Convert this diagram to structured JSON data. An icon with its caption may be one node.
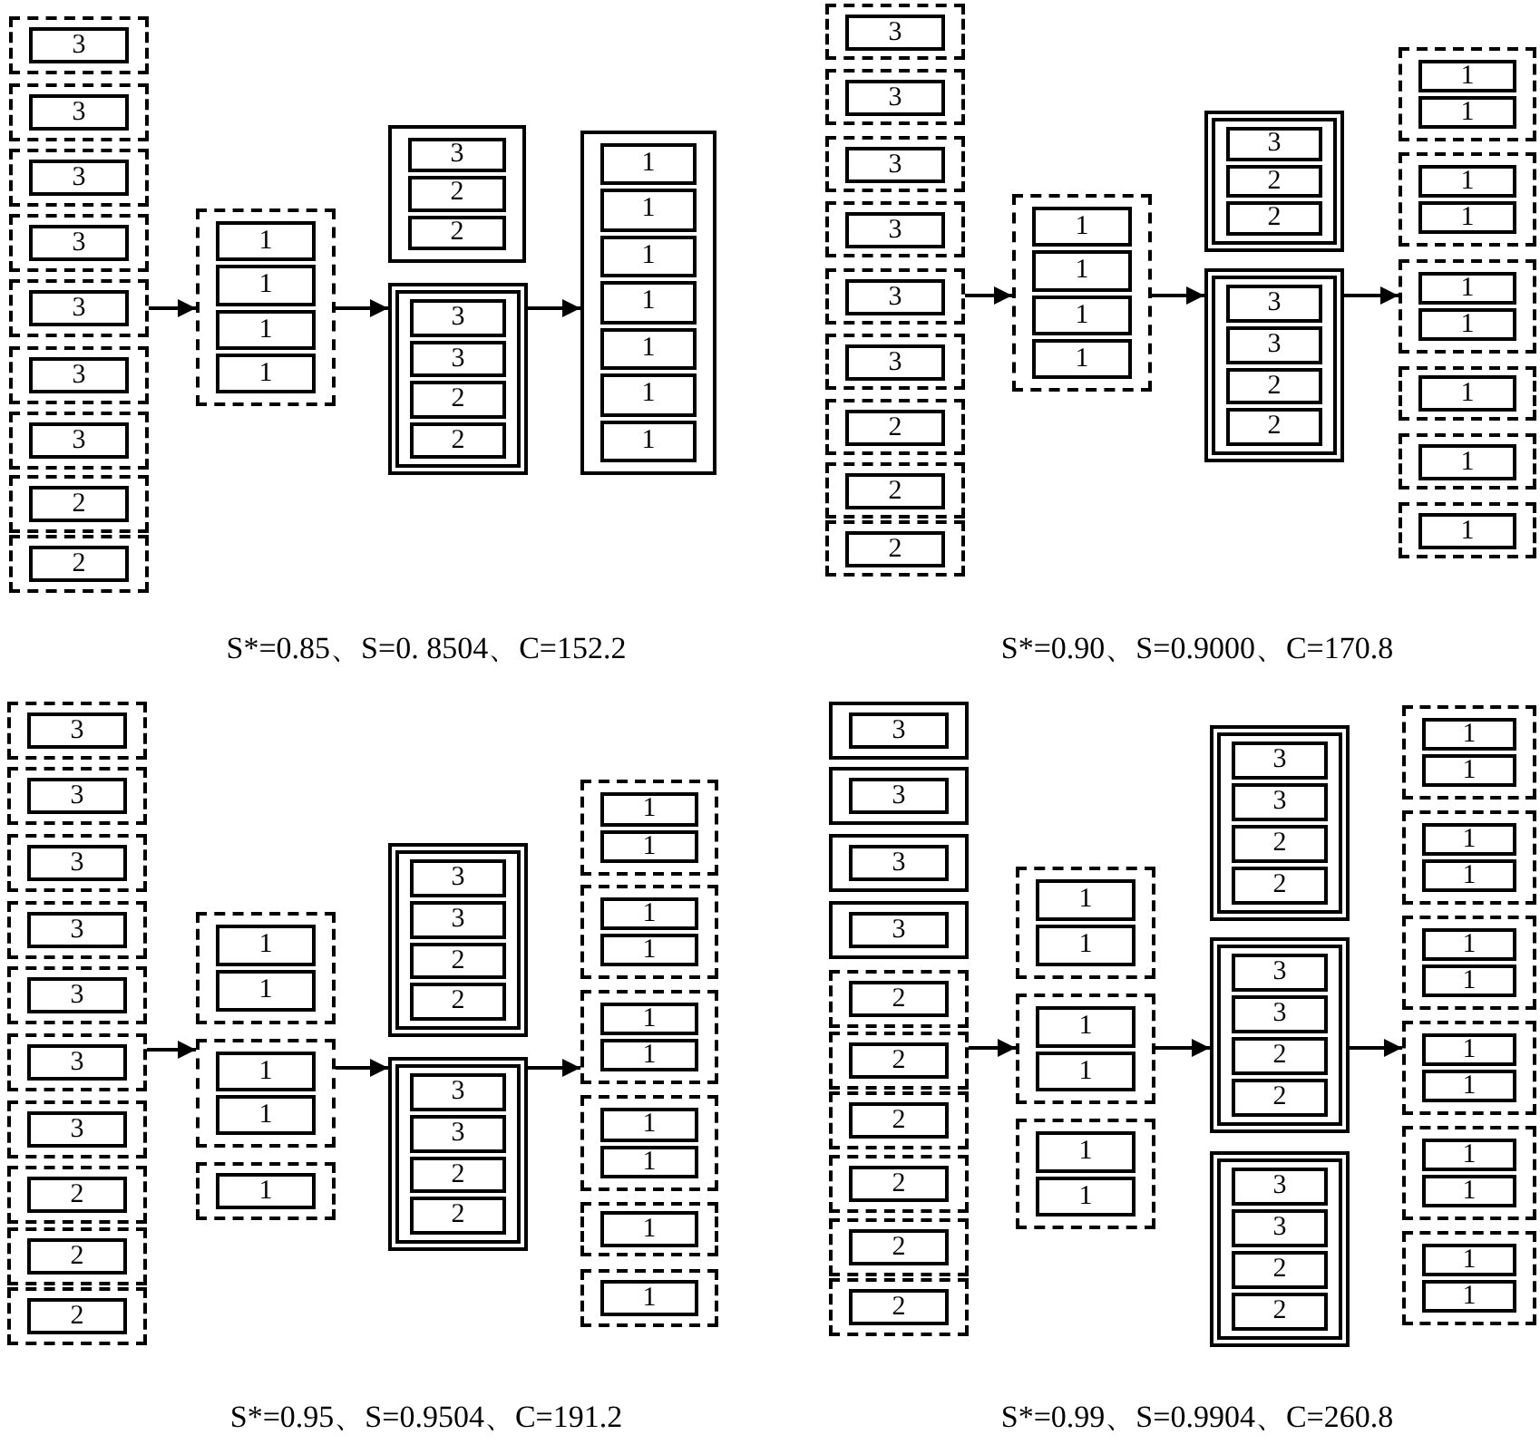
{
  "diagram": {
    "nodes": [
      {
        "text": [],
        "shape": "box"
      },
      {
        "text": [
          "3"
        ],
        "in": 0
      },
      {
        "text": [],
        "shape": "box"
      },
      {
        "text": [
          "3"
        ],
        "in": 2
      },
      {
        "text": [],
        "shape": "box"
      },
      {
        "text": [
          "3"
        ],
        "in": 4
      },
      {
        "text": [],
        "shape": "box"
      },
      {
        "text": [
          "3"
        ],
        "in": 6
      },
      {
        "text": [],
        "shape": "box"
      },
      {
        "text": [
          "3"
        ],
        "in": 8
      },
      {
        "text": [],
        "shape": "box"
      },
      {
        "text": [
          "3"
        ],
        "in": 10
      },
      {
        "text": [],
        "shape": "box"
      },
      {
        "text": [
          "3"
        ],
        "in": 12
      },
      {
        "text": [],
        "shape": "box"
      },
      {
        "text": [
          "2"
        ],
        "in": 14
      },
      {
        "text": [],
        "shape": "box"
      },
      {
        "text": [
          "2"
        ],
        "in": 16
      },
      {
        "text": [],
        "shape": "box"
      },
      {
        "text": [
          "1"
        ],
        "in": 18
      },
      {
        "text": [
          "1"
        ],
        "in": 18
      },
      {
        "text": [
          "1"
        ],
        "in": 18
      },
      {
        "text": [
          "1"
        ],
        "in": 18
      },
      {
        "text": [],
        "shape": "box"
      },
      {
        "text": [
          "3"
        ],
        "in": 23
      },
      {
        "text": [
          "2"
        ],
        "in": 23
      },
      {
        "text": [
          "2"
        ],
        "in": 23
      },
      {
        "text": [],
        "shape": "box"
      },
      {
        "text": [
          "3"
        ],
        "in": 27
      },
      {
        "text": [
          "3"
        ],
        "in": 27
      },
      {
        "text": [
          "2"
        ],
        "in": 27
      },
      {
        "text": [
          "2"
        ],
        "in": 27
      },
      {
        "text": [],
        "shape": "box"
      },
      {
        "text": [
          "1"
        ],
        "in": 32
      },
      {
        "text": [
          "1"
        ],
        "in": 32
      },
      {
        "text": [
          "1"
        ],
        "in": 32
      },
      {
        "text": [
          "1"
        ],
        "in": 32
      },
      {
        "text": [
          "1"
        ],
        "in": 32
      },
      {
        "text": [
          "1"
        ],
        "in": 32
      },
      {
        "text": [
          "1"
        ],
        "in": 32
      },
      {
        "text": [],
        "shape": "box"
      },
      {
        "text": [
          "3"
        ],
        "in": 40
      },
      {
        "text": [],
        "shape": "box"
      },
      {
        "text": [
          "3"
        ],
        "in": 42
      },
      {
        "text": [],
        "shape": "box"
      },
      {
        "text": [
          "3"
        ],
        "in": 44
      },
      {
        "text": [],
        "shape": "box"
      },
      {
        "text": [
          "3"
        ],
        "in": 46
      },
      {
        "text": [],
        "shape": "box"
      },
      {
        "text": [
          "3"
        ],
        "in": 48
      },
      {
        "text": [],
        "shape": "box"
      },
      {
        "text": [
          "3"
        ],
        "in": 50
      },
      {
        "text": [],
        "shape": "box"
      },
      {
        "text": [
          "2"
        ],
        "in": 52
      },
      {
        "text": [],
        "shape": "box"
      },
      {
        "text": [
          "2"
        ],
        "in": 54
      },
      {
        "text": [],
        "shape": "box"
      },
      {
        "text": [
          "2"
        ],
        "in": 56
      },
      {
        "text": [],
        "shape": "box"
      },
      {
        "text": [
          "1"
        ],
        "in": 58
      },
      {
        "text": [
          "1"
        ],
        "in": 58
      },
      {
        "text": [
          "1"
        ],
        "in": 58
      },
      {
        "text": [
          "1"
        ],
        "in": 58
      },
      {
        "text": [],
        "shape": "box"
      },
      {
        "text": [
          "3"
        ],
        "in": 63
      },
      {
        "text": [
          "2"
        ],
        "in": 63
      },
      {
        "text": [
          "2"
        ],
        "in": 63
      },
      {
        "text": [],
        "shape": "box"
      },
      {
        "text": [
          "3"
        ],
        "in": 67
      },
      {
        "text": [
          "3"
        ],
        "in": 67
      },
      {
        "text": [
          "2"
        ],
        "in": 67
      },
      {
        "text": [
          "2"
        ],
        "in": 67
      },
      {
        "text": [],
        "shape": "box"
      },
      {
        "text": [
          "1"
        ],
        "in": 72
      },
      {
        "text": [
          "1"
        ],
        "in": 72
      },
      {
        "text": [],
        "shape": "box"
      },
      {
        "text": [
          "1"
        ],
        "in": 75
      },
      {
        "text": [
          "1"
        ],
        "in": 75
      },
      {
        "text": [],
        "shape": "box"
      },
      {
        "text": [
          "1"
        ],
        "in": 78
      },
      {
        "text": [
          "1"
        ],
        "in": 78
      },
      {
        "text": [],
        "shape": "box"
      },
      {
        "text": [
          "1"
        ],
        "in": 81
      },
      {
        "text": [],
        "shape": "box"
      },
      {
        "text": [
          "1"
        ],
        "in": 83
      },
      {
        "text": [],
        "shape": "box"
      },
      {
        "text": [
          "1"
        ],
        "in": 85
      },
      {
        "text": [],
        "shape": "box"
      },
      {
        "text": [
          "3"
        ],
        "in": 87
      },
      {
        "text": [],
        "shape": "box"
      },
      {
        "text": [
          "3"
        ],
        "in": 89
      },
      {
        "text": [],
        "shape": "box"
      },
      {
        "text": [
          "3"
        ],
        "in": 91
      },
      {
        "text": [],
        "shape": "box"
      },
      {
        "text": [
          "3"
        ],
        "in": 93
      },
      {
        "text": [],
        "shape": "box"
      },
      {
        "text": [
          "3"
        ],
        "in": 95
      },
      {
        "text": [],
        "shape": "box"
      },
      {
        "text": [
          "3"
        ],
        "in": 97
      },
      {
        "text": [],
        "shape": "box"
      },
      {
        "text": [
          "3"
        ],
        "in": 99
      },
      {
        "text": [],
        "shape": "box"
      },
      {
        "text": [
          "2"
        ],
        "in": 101
      },
      {
        "text": [],
        "shape": "box"
      },
      {
        "text": [
          "2"
        ],
        "in": 103
      },
      {
        "text": [],
        "shape": "box"
      },
      {
        "text": [
          "2"
        ],
        "in": 105
      },
      {
        "text": [],
        "shape": "box"
      },
      {
        "text": [
          "1"
        ],
        "in": 107
      },
      {
        "text": [
          "1"
        ],
        "in": 107
      },
      {
        "text": [],
        "shape": "box"
      },
      {
        "text": [
          "1"
        ],
        "in": 110
      },
      {
        "text": [
          "1"
        ],
        "in": 110
      },
      {
        "text": [],
        "shape": "box"
      },
      {
        "text": [
          "1"
        ],
        "in": 113
      },
      {
        "text": [],
        "shape": "box"
      },
      {
        "text": [
          "3"
        ],
        "in": 115
      },
      {
        "text": [
          "3"
        ],
        "in": 115
      },
      {
        "text": [
          "2"
        ],
        "in": 115
      },
      {
        "text": [
          "2"
        ],
        "in": 115
      },
      {
        "text": [],
        "shape": "box"
      },
      {
        "text": [
          "3"
        ],
        "in": 120
      },
      {
        "text": [
          "3"
        ],
        "in": 120
      },
      {
        "text": [
          "2"
        ],
        "in": 120
      },
      {
        "text": [
          "2"
        ],
        "in": 120
      },
      {
        "text": [],
        "shape": "box"
      },
      {
        "text": [
          "1"
        ],
        "in": 125
      },
      {
        "text": [
          "1"
        ],
        "in": 125
      },
      {
        "text": [],
        "shape": "box"
      },
      {
        "text": [
          "1"
        ],
        "in": 128
      },
      {
        "text": [
          "1"
        ],
        "in": 128
      },
      {
        "text": [],
        "shape": "box"
      },
      {
        "text": [
          "1"
        ],
        "in": 131
      },
      {
        "text": [
          "1"
        ],
        "in": 131
      },
      {
        "text": [],
        "shape": "box"
      },
      {
        "text": [
          "1"
        ],
        "in": 134
      },
      {
        "text": [
          "1"
        ],
        "in": 134
      },
      {
        "text": [],
        "shape": "box"
      },
      {
        "text": [
          "1"
        ],
        "in": 137
      },
      {
        "text": [],
        "shape": "box"
      },
      {
        "text": [
          "1"
        ],
        "in": 139
      },
      {
        "text": [],
        "shape": "box"
      },
      {
        "text": [
          "3"
        ],
        "in": 141
      },
      {
        "text": [],
        "shape": "box"
      },
      {
        "text": [
          "3"
        ],
        "in": 143
      },
      {
        "text": [],
        "shape": "box"
      },
      {
        "text": [
          "3"
        ],
        "in": 145
      },
      {
        "text": [],
        "shape": "box"
      },
      {
        "text": [
          "3"
        ],
        "in": 147
      },
      {
        "text": [],
        "shape": "box"
      },
      {
        "text": [
          "2"
        ],
        "in": 149
      },
      {
        "text": [],
        "shape": "box"
      },
      {
        "text": [
          "2"
        ],
        "in": 151
      },
      {
        "text": [],
        "shape": "box"
      },
      {
        "text": [
          "2"
        ],
        "in": 153
      },
      {
        "text": [],
        "shape": "box"
      },
      {
        "text": [
          "2"
        ],
        "in": 155
      },
      {
        "text": [],
        "shape": "box"
      },
      {
        "text": [
          "2"
        ],
        "in": 157
      },
      {
        "text": [],
        "shape": "box"
      },
      {
        "text": [
          "2"
        ],
        "in": 159
      },
      {
        "text": [],
        "shape": "box"
      },
      {
        "text": [
          "1"
        ],
        "in": 161
      },
      {
        "text": [
          "1"
        ],
        "in": 161
      },
      {
        "text": [],
        "shape": "box"
      },
      {
        "text": [
          "1"
        ],
        "in": 164
      },
      {
        "text": [
          "1"
        ],
        "in": 164
      },
      {
        "text": [],
        "shape": "box"
      },
      {
        "text": [
          "1"
        ],
        "in": 167
      },
      {
        "text": [
          "1"
        ],
        "in": 167
      },
      {
        "text": [],
        "shape": "box"
      },
      {
        "text": [
          "3"
        ],
        "in": 170
      },
      {
        "text": [
          "3"
        ],
        "in": 170
      },
      {
        "text": [
          "2"
        ],
        "in": 170
      },
      {
        "text": [
          "2"
        ],
        "in": 170
      },
      {
        "text": [],
        "shape": "box"
      },
      {
        "text": [
          "3"
        ],
        "in": 175
      },
      {
        "text": [
          "3"
        ],
        "in": 175
      },
      {
        "text": [
          "2"
        ],
        "in": 175
      },
      {
        "text": [
          "2"
        ],
        "in": 175
      },
      {
        "text": [],
        "shape": "box"
      },
      {
        "text": [
          "3"
        ],
        "in": 180
      },
      {
        "text": [
          "3"
        ],
        "in": 180
      },
      {
        "text": [
          "2"
        ],
        "in": 180
      },
      {
        "text": [
          "2"
        ],
        "in": 180
      },
      {
        "text": [],
        "shape": "box"
      },
      {
        "text": [
          "1"
        ],
        "in": 185
      },
      {
        "text": [
          "1"
        ],
        "in": 185
      },
      {
        "text": [],
        "shape": "box"
      },
      {
        "text": [
          "1"
        ],
        "in": 188
      },
      {
        "text": [
          "1"
        ],
        "in": 188
      },
      {
        "text": [],
        "shape": "box"
      },
      {
        "text": [
          "1"
        ],
        "in": 191
      },
      {
        "text": [
          "1"
        ],
        "in": 191
      },
      {
        "text": [],
        "shape": "box"
      },
      {
        "text": [
          "1"
        ],
        "in": 194
      },
      {
        "text": [
          "1"
        ],
        "in": 194
      },
      {
        "text": [],
        "shape": "box"
      },
      {
        "text": [
          "1"
        ],
        "in": 197
      },
      {
        "text": [
          "1"
        ],
        "in": 197
      },
      {
        "text": [],
        "shape": "box"
      },
      {
        "text": [
          "1"
        ],
        "in": 200
      },
      {
        "text": [
          "1"
        ],
        "in": 200
      }
    ],
    "edges": [
      {
        "from": 8,
        "to": 18,
        "arrow": "to"
      },
      {
        "from": 18,
        "to": 27,
        "arrow": "to"
      },
      {
        "from": 27,
        "to": 32,
        "arrow": "to"
      },
      {
        "from": 48,
        "to": 58,
        "arrow": "to"
      },
      {
        "from": 58,
        "to": 67,
        "arrow": "to"
      },
      {
        "from": 67,
        "to": 78,
        "arrow": "to"
      },
      {
        "from": 97,
        "to": 110,
        "arrow": "to"
      },
      {
        "from": 110,
        "to": 120,
        "arrow": "to"
      },
      {
        "from": 120,
        "to": 131,
        "arrow": "to"
      },
      {
        "from": 151,
        "to": 164,
        "arrow": "to"
      },
      {
        "from": 164,
        "to": 175,
        "arrow": "to"
      },
      {
        "from": 175,
        "to": 194,
        "arrow": "to"
      }
    ],
    "labels": [
      "S*=0.85、S=0. 8504、C=152.2",
      "S*=0.90、S=0.9000、C=170.8",
      "S*=0.95、S=0.9504、C=191.2",
      "S*=0.99、S=0.9904、C=260.8"
    ]
  }
}
